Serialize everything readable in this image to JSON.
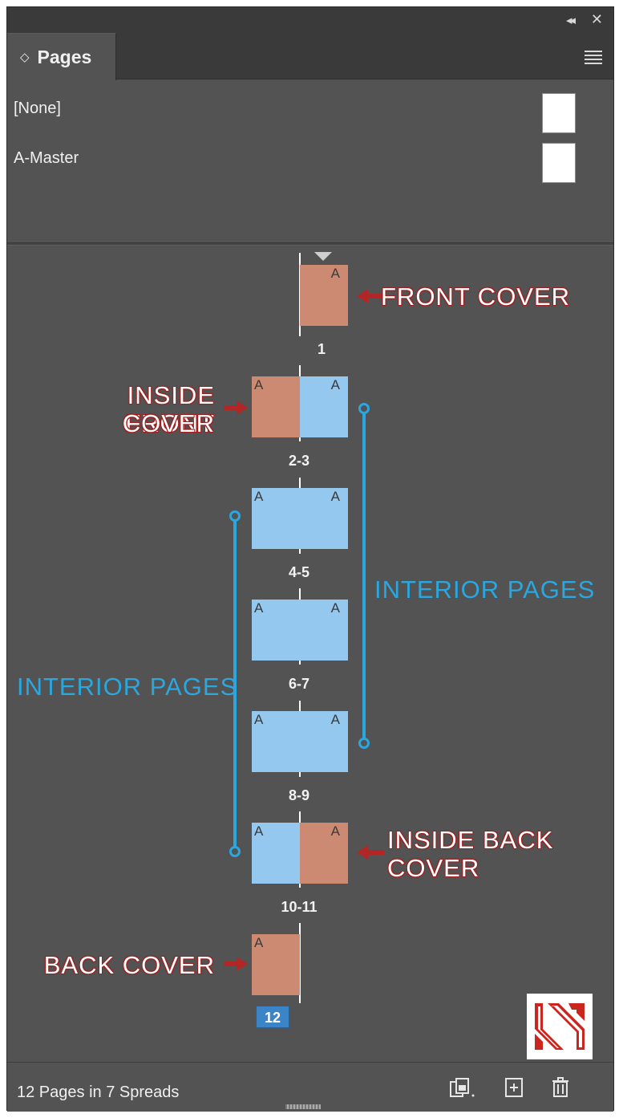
{
  "panel": {
    "tab_label": "Pages",
    "tab_icon": "updown-chevron-icon"
  },
  "masters": [
    {
      "label": "[None]"
    },
    {
      "label": "A-Master"
    }
  ],
  "spreads": [
    {
      "label": "1",
      "pages": [
        "cover"
      ]
    },
    {
      "label": "2-3",
      "pages": [
        "cover",
        "interior"
      ]
    },
    {
      "label": "4-5",
      "pages": [
        "interior",
        "interior"
      ]
    },
    {
      "label": "6-7",
      "pages": [
        "interior",
        "interior"
      ]
    },
    {
      "label": "8-9",
      "pages": [
        "interior",
        "interior"
      ]
    },
    {
      "label": "10-11",
      "pages": [
        "interior",
        "cover"
      ]
    },
    {
      "label": "12",
      "pages": [
        "cover"
      ],
      "selected": true
    }
  ],
  "master_prefix": "A",
  "annotations": {
    "front_cover": "FRONT COVER",
    "inside_front_line1": "INSIDE FRONT",
    "inside_front_line2": "COVER",
    "interior_right": "INTERIOR PAGES",
    "interior_left": "INTERIOR PAGES",
    "inside_back_line1": "INSIDE BACK",
    "inside_back_line2": "COVER",
    "back_cover": "BACK COVER"
  },
  "footer": {
    "status": "12 Pages in 7 Spreads"
  },
  "colors": {
    "panel_bg": "#535353",
    "cover_page": "#cd8a73",
    "interior_page": "#94c8ee",
    "annotation_red": "#b32626",
    "annotation_blue": "#2aa7df",
    "selected_label": "#3b84c7"
  }
}
